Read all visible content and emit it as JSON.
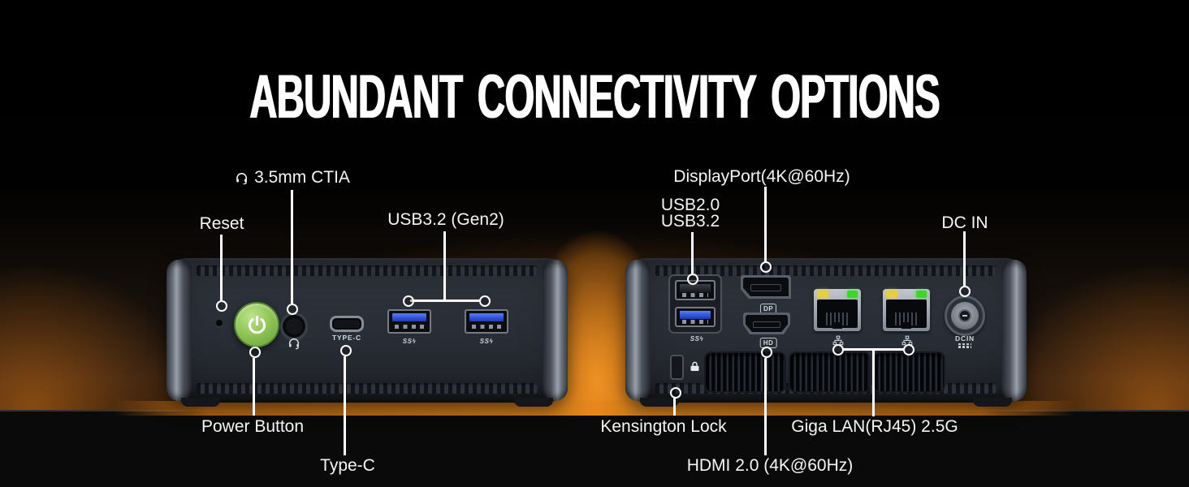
{
  "title": "ABUNDANT CONNECTIVITY OPTIONS",
  "front_panel": {
    "callouts": {
      "reset": "Reset",
      "audio": "3.5mm CTIA",
      "usb": "USB3.2 (Gen2)",
      "power": "Power Button",
      "typec": "Type-C"
    },
    "port_marks": {
      "typec": "TYPE-C",
      "ss_left": "SSϟ",
      "ss_right": "SSϟ"
    }
  },
  "rear_panel": {
    "callouts": {
      "usb20": "USB2.0",
      "usb32": "USB3.2",
      "displayport": "DisplayPort(4K@60Hz)",
      "dcin": "DC IN",
      "kensington": "Kensington Lock",
      "lan": "Giga LAN(RJ45) 2.5G",
      "hdmi": "HDMI 2.0 (4K@60Hz)"
    },
    "port_marks": {
      "ss": "SSϟ",
      "dp": "DP",
      "hdmi": "HD",
      "dcin": "DCIN"
    }
  },
  "colors": {
    "glow_orange": "#c9791c",
    "usb_blue": "#2f55d8",
    "power_green": "#8cc152",
    "led_yellow": "#e5cf3c",
    "led_green": "#3fd62b"
  }
}
